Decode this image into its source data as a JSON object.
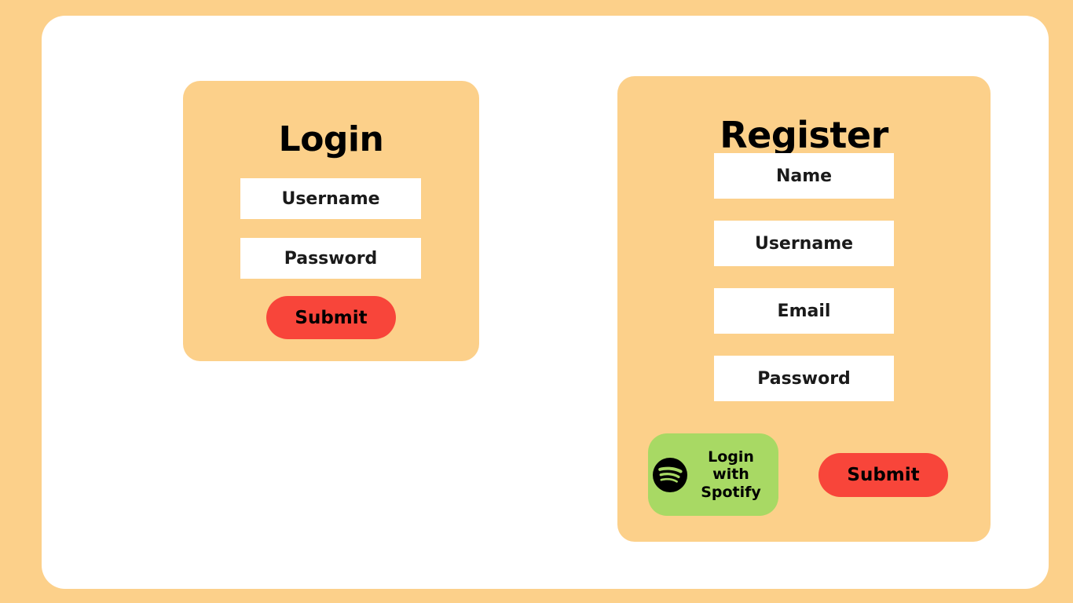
{
  "theme": {
    "page_background": "#fcd08a",
    "surface_background": "#ffffff",
    "card_background": "#fcd08a",
    "field_background": "#ffffff",
    "submit_color": "#f8453a",
    "spotify_button_color": "#a8d964",
    "text_color": "#000000"
  },
  "login": {
    "title": "Login",
    "fields": [
      {
        "name": "username",
        "label": "Username",
        "value": "",
        "placeholder": "Username"
      },
      {
        "name": "password",
        "label": "Password",
        "value": "",
        "placeholder": "Password"
      }
    ],
    "submit_label": "Submit"
  },
  "register": {
    "title": "Register",
    "fields": [
      {
        "name": "name",
        "label": "Name",
        "value": "",
        "placeholder": "Name"
      },
      {
        "name": "username",
        "label": "Username",
        "value": "",
        "placeholder": "Username"
      },
      {
        "name": "email",
        "label": "Email",
        "value": "",
        "placeholder": "Email"
      },
      {
        "name": "password",
        "label": "Password",
        "value": "",
        "placeholder": "Password"
      }
    ],
    "spotify_button": {
      "icon": "spotify-icon",
      "label": "Login with\nSpotify"
    },
    "submit_label": "Submit"
  }
}
